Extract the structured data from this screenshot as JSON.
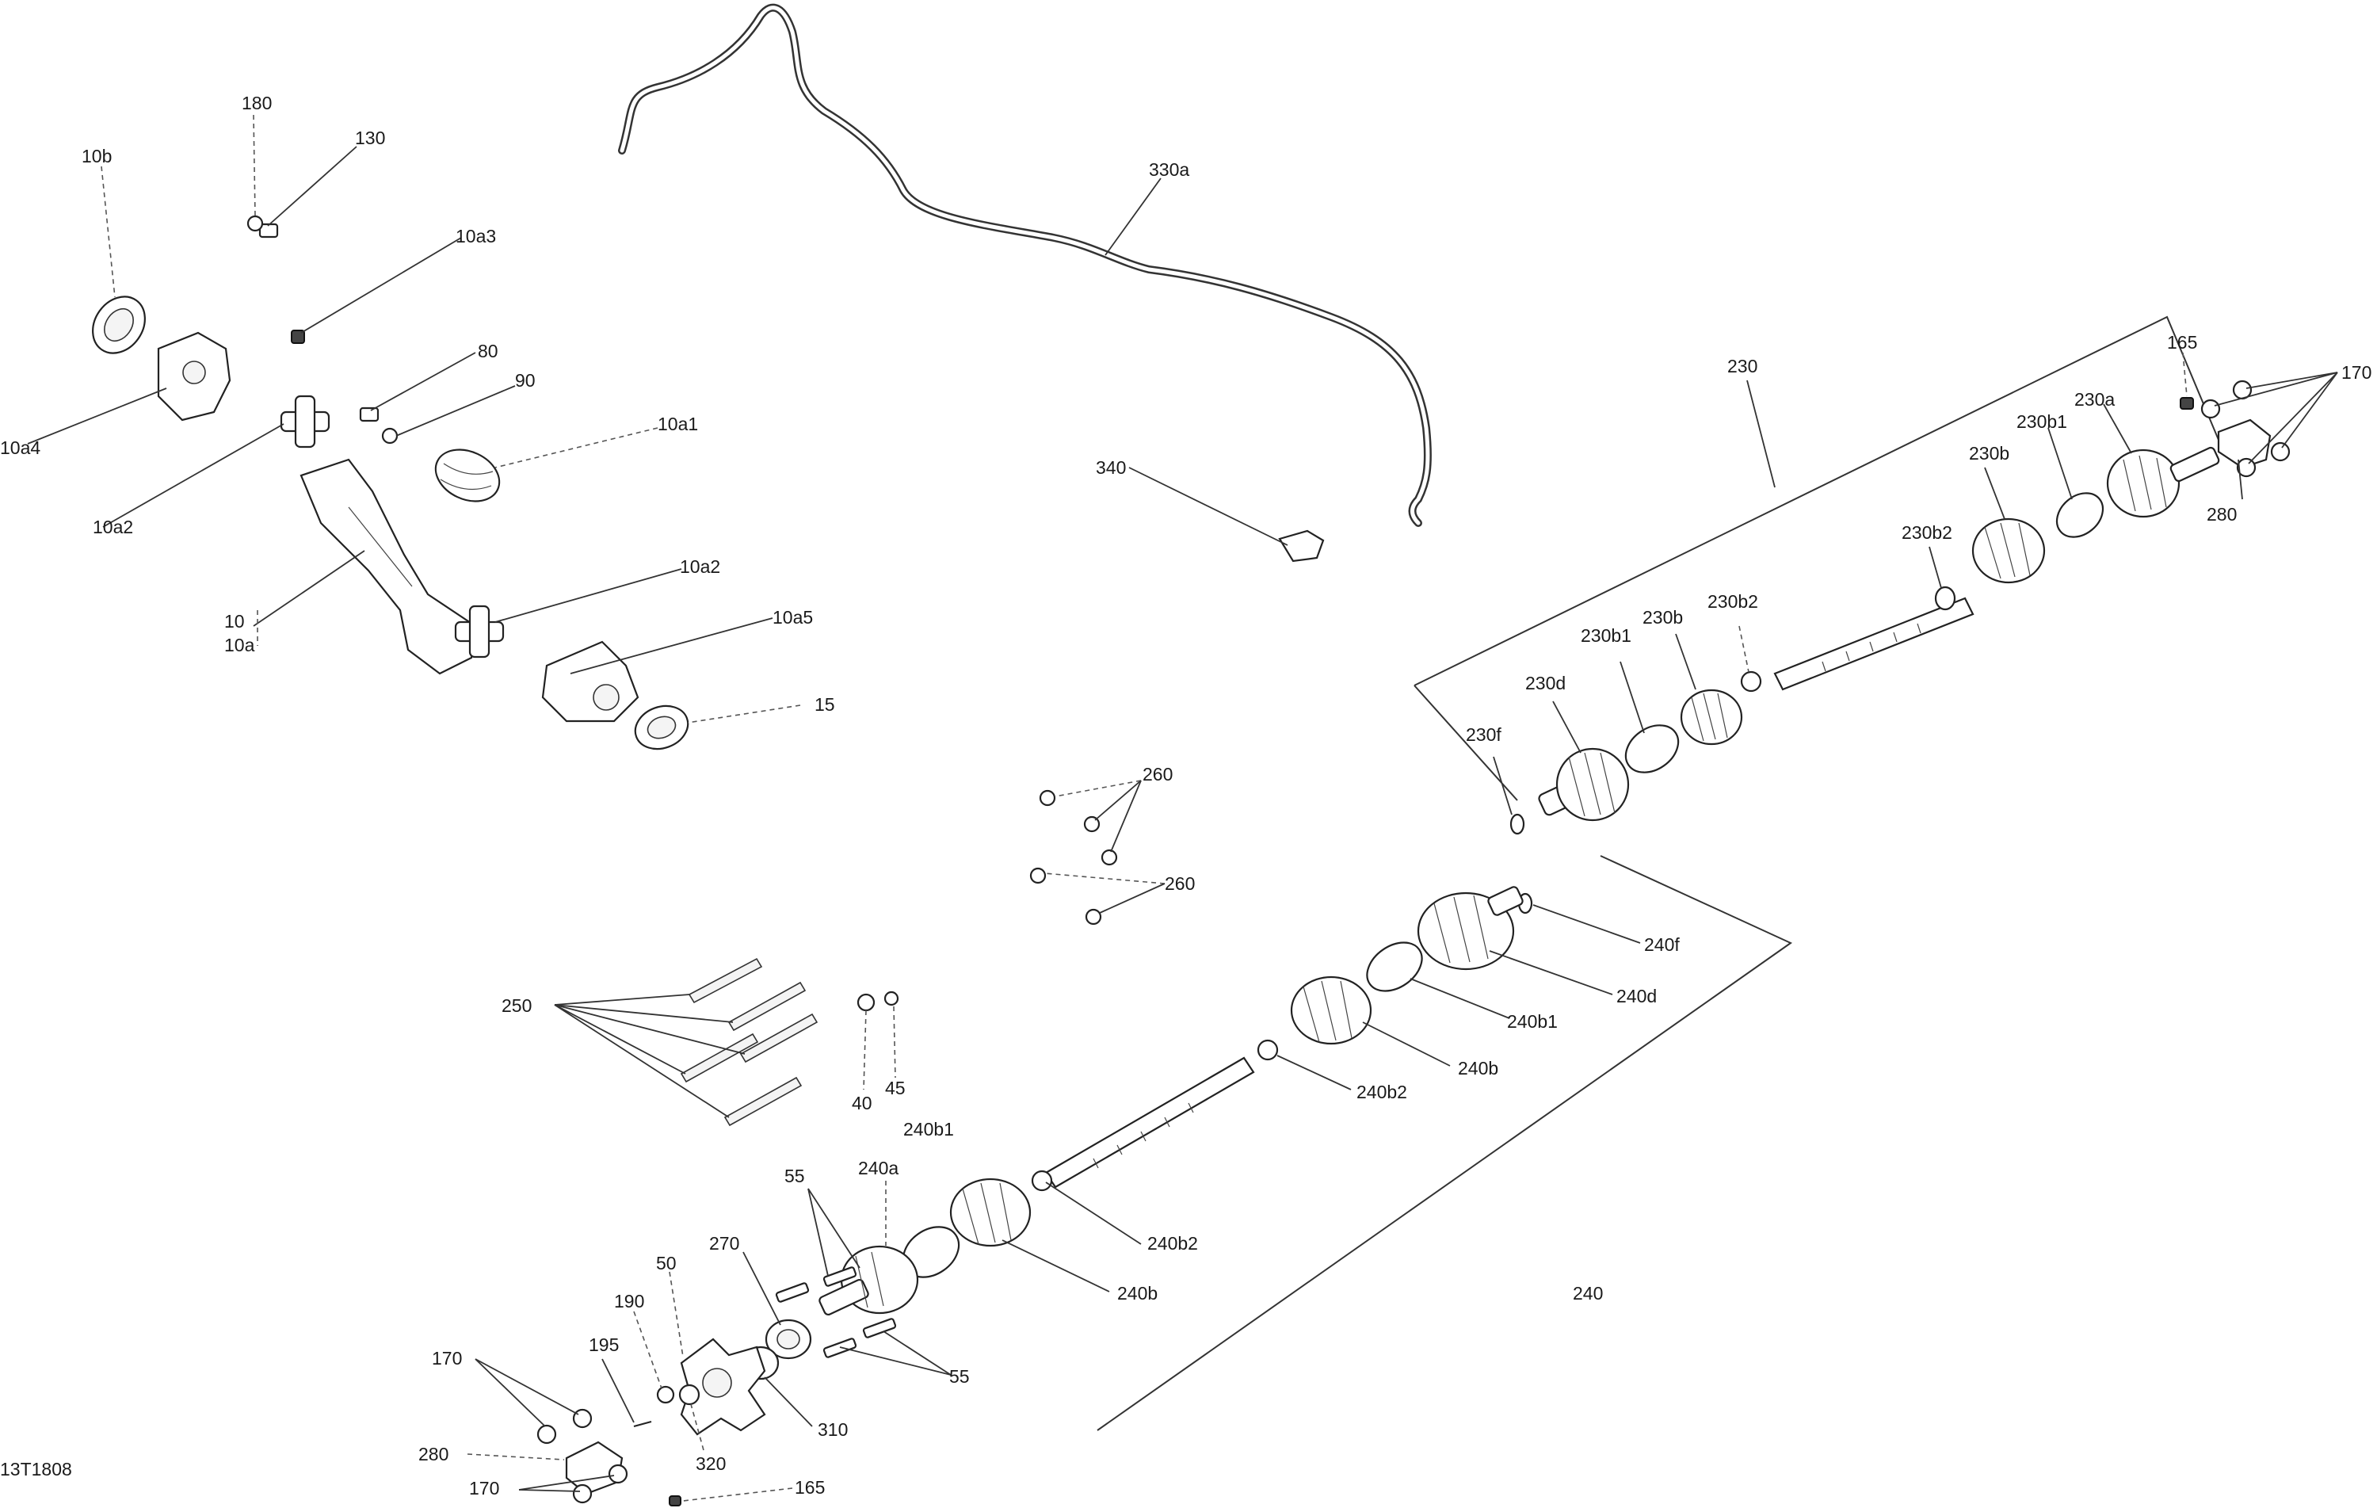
{
  "drawing_code": "13T1808",
  "callouts": [
    {
      "id": "c180",
      "text": "180"
    },
    {
      "id": "c130",
      "text": "130"
    },
    {
      "id": "c10b",
      "text": "10b"
    },
    {
      "id": "c10a3",
      "text": "10a3"
    },
    {
      "id": "c80",
      "text": "80"
    },
    {
      "id": "c90",
      "text": "90"
    },
    {
      "id": "c10a1",
      "text": "10a1"
    },
    {
      "id": "c10a4",
      "text": "10a4"
    },
    {
      "id": "c10a2_top",
      "text": "10a2"
    },
    {
      "id": "c10",
      "text": "10"
    },
    {
      "id": "c10a",
      "text": "10a"
    },
    {
      "id": "c10a2_bot",
      "text": "10a2"
    },
    {
      "id": "c10a5",
      "text": "10a5"
    },
    {
      "id": "c15",
      "text": "15"
    },
    {
      "id": "c330a",
      "text": "330a"
    },
    {
      "id": "c340",
      "text": "340"
    },
    {
      "id": "c230",
      "text": "230"
    },
    {
      "id": "c165_top",
      "text": "165"
    },
    {
      "id": "c170_top",
      "text": "170"
    },
    {
      "id": "c230a",
      "text": "230a"
    },
    {
      "id": "c230b1_top",
      "text": "230b1"
    },
    {
      "id": "c230b_top",
      "text": "230b"
    },
    {
      "id": "c280_top",
      "text": "280"
    },
    {
      "id": "c230b2_top",
      "text": "230b2"
    },
    {
      "id": "c230b2_mid",
      "text": "230b2"
    },
    {
      "id": "c230b_mid",
      "text": "230b"
    },
    {
      "id": "c230b1_mid",
      "text": "230b1"
    },
    {
      "id": "c230d",
      "text": "230d"
    },
    {
      "id": "c230f",
      "text": "230f"
    },
    {
      "id": "c260_a",
      "text": "260"
    },
    {
      "id": "c260_b",
      "text": "260"
    },
    {
      "id": "c240f",
      "text": "240f"
    },
    {
      "id": "c240d",
      "text": "240d"
    },
    {
      "id": "c240b1_r",
      "text": "240b1"
    },
    {
      "id": "c240b_r",
      "text": "240b"
    },
    {
      "id": "c240b2_r",
      "text": "240b2"
    },
    {
      "id": "c250",
      "text": "250"
    },
    {
      "id": "c45",
      "text": "45"
    },
    {
      "id": "c40",
      "text": "40"
    },
    {
      "id": "c240b1_l",
      "text": "240b1"
    },
    {
      "id": "c55_top",
      "text": "55"
    },
    {
      "id": "c240a",
      "text": "240a"
    },
    {
      "id": "c240b2_l",
      "text": "240b2"
    },
    {
      "id": "c270",
      "text": "270"
    },
    {
      "id": "c50",
      "text": "50"
    },
    {
      "id": "c240b_l",
      "text": "240b"
    },
    {
      "id": "c240",
      "text": "240"
    },
    {
      "id": "c190",
      "text": "190"
    },
    {
      "id": "c170_mid",
      "text": "170"
    },
    {
      "id": "c195",
      "text": "195"
    },
    {
      "id": "c55_bot",
      "text": "55"
    },
    {
      "id": "c310",
      "text": "310"
    },
    {
      "id": "c280_bot",
      "text": "280"
    },
    {
      "id": "c320",
      "text": "320"
    },
    {
      "id": "c170_bot",
      "text": "170"
    },
    {
      "id": "c165_bot",
      "text": "165"
    }
  ]
}
